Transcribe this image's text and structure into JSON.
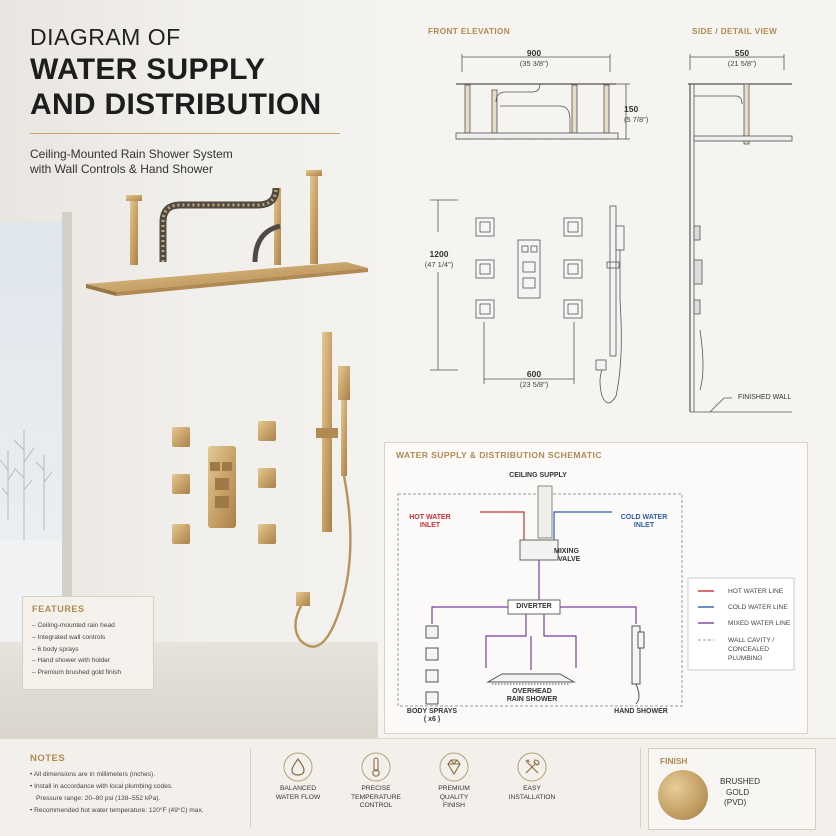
{
  "title": {
    "line1": "DIAGRAM OF",
    "line2": "WATER SUPPLY",
    "line3": "AND DISTRIBUTION"
  },
  "subtitle": {
    "line1": "Ceiling-Mounted Rain Shower System",
    "line2": "with Wall Controls & Hand Shower"
  },
  "features": {
    "heading": "FEATURES",
    "items": [
      "– Ceiling-mounted rain head",
      "– Integrated wall controls",
      "– 6 body sprays",
      "– Hand shower with holder",
      "– Premium brushed gold finish"
    ]
  },
  "front_elevation": {
    "label": "FRONT ELEVATION",
    "width_mm": "900",
    "width_in": "(35 3/8\")",
    "drop_mm": "150",
    "drop_in": "(5 7/8\")",
    "height_mm": "1200",
    "height_in": "(47 1/4\")",
    "spacing_mm": "600",
    "spacing_in": "(23 5/8\")"
  },
  "side_view": {
    "label": "SIDE / DETAIL VIEW",
    "depth_mm": "550",
    "depth_in": "(21 5/8\")",
    "wall_label": "FINISHED WALL"
  },
  "schematic": {
    "title": "WATER SUPPLY & DISTRIBUTION SCHEMATIC",
    "ceiling_supply": "CEILING SUPPLY",
    "hot_inlet_1": "HOT WATER",
    "hot_inlet_2": "INLET",
    "cold_inlet_1": "COLD WATER",
    "cold_inlet_2": "INLET",
    "mixing_1": "MIXING",
    "mixing_2": "VALVE",
    "diverter": "DIVERTER",
    "overhead_1": "OVERHEAD",
    "overhead_2": "RAIN SHOWER",
    "body_1": "BODY SPRAYS",
    "body_2": "( x6 )",
    "hand": "HAND SHOWER",
    "legend": {
      "hot": "HOT WATER LINE",
      "cold": "COLD WATER LINE",
      "mixed": "MIXED WATER LINE",
      "cavity_1": "WALL CAVITY /",
      "cavity_2": "CONCEALED",
      "cavity_3": "PLUMBING"
    }
  },
  "notes": {
    "heading": "NOTES",
    "items": [
      "• All dimensions are in millimeters (inches).",
      "• Install in accordance with local plumbing codes.",
      "  Pressure range: 20–80 psi (138–552 kPa).",
      "• Recommended hot water temperature: 120°F (49°C) max."
    ]
  },
  "badges": [
    {
      "icon": "water-drop-icon",
      "line1": "BALANCED",
      "line2": "WATER FLOW",
      "line3": ""
    },
    {
      "icon": "thermometer-icon",
      "line1": "PRECISE",
      "line2": "TEMPERATURE",
      "line3": "CONTROL"
    },
    {
      "icon": "diamond-icon",
      "line1": "PREMIUM",
      "line2": "QUALITY",
      "line3": "FINISH"
    },
    {
      "icon": "tools-icon",
      "line1": "EASY",
      "line2": "INSTALLATION",
      "line3": ""
    }
  ],
  "finish": {
    "heading": "FINISH",
    "line1": "BRUSHED",
    "line2": "GOLD",
    "line3": "(PVD)"
  },
  "colors": {
    "accent_gold": "#b08a52",
    "hot_line": "#c6323a",
    "cold_line": "#2f5fa8",
    "mixed_line": "#7b3fa0"
  }
}
